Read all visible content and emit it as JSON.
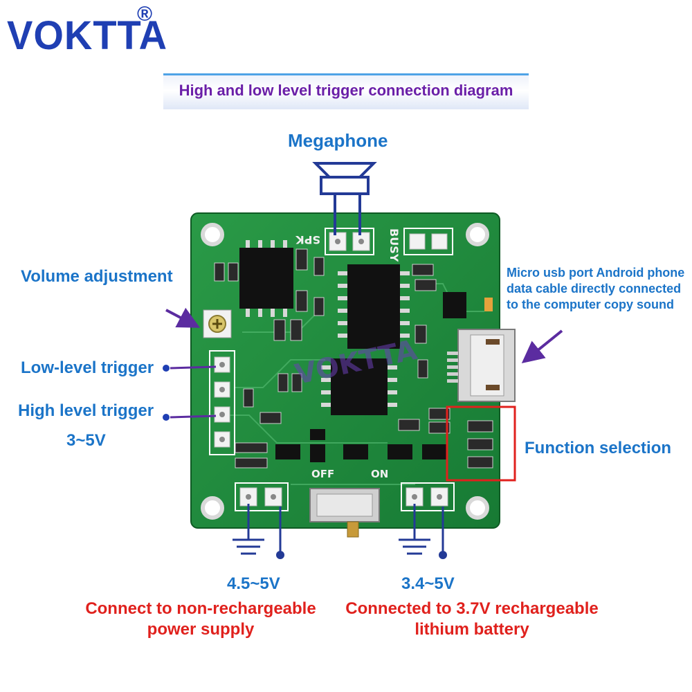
{
  "brand": {
    "name": "VOKTTA",
    "registered": "®"
  },
  "title": "High and low level trigger connection diagram",
  "labels": {
    "megaphone": "Megaphone",
    "volume": "Volume adjustment",
    "low_trigger": "Low-level trigger",
    "high_trigger": "High level trigger",
    "trigger_voltage": "3~5V",
    "usb_line1": "Micro usb port Android phone",
    "usb_line2": "data cable directly connected",
    "usb_line3": "to the computer copy sound",
    "function_selection": "Function selection",
    "left_voltage": "4.5~5V",
    "right_voltage": "3.4~5V",
    "left_note_line1": "Connect to non-rechargeable",
    "left_note_line2": "power supply",
    "right_note_line1": "Connected to 3.7V rechargeable",
    "right_note_line2": "lithium battery"
  },
  "board_silkscreen": {
    "spk": "SPK",
    "busy": "BUSY",
    "off": "OFF",
    "on": "ON",
    "watermark": "VOKTTA"
  },
  "colors": {
    "brand_blue": "#1f3fb3",
    "label_blue": "#1b74c8",
    "note_red": "#e0211d",
    "title_purple": "#6a1fa8",
    "wire_blue": "#233a96",
    "arrow_purple": "#5b2ca0",
    "pcb_green": "#1f8a3c"
  }
}
